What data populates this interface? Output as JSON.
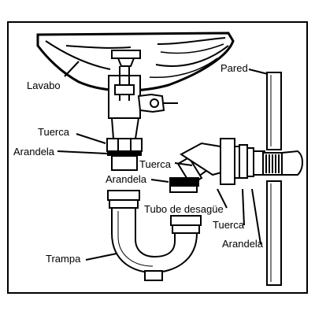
{
  "labels": {
    "sink": "Lavabo",
    "wall": "Pared",
    "nut_left": "Tuerca",
    "washer_left": "Arandela",
    "nut_mid": "Tuerca",
    "washer_mid": "Arandela",
    "drain_pipe": "Tubo de desagüe",
    "nut_right": "Tuerca",
    "washer_right": "Arandela",
    "trap": "Trampa"
  }
}
